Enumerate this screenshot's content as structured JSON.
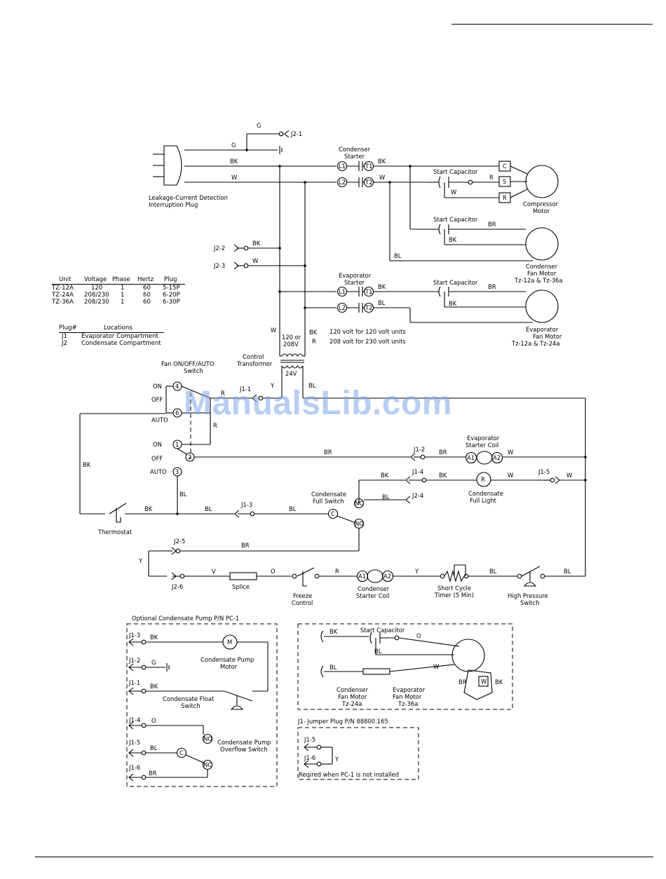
{
  "watermark": "ManualsLib.com",
  "plug": {
    "label_l1": "Leakage-Current Detection",
    "label_l2": "Interruption Plug",
    "wires": [
      "G",
      "BK",
      "W"
    ],
    "ground_top": "G",
    "j2_1": "J2-1"
  },
  "condenser_starter": {
    "title_l1": "Condenser",
    "title_l2": "Starter",
    "terms": [
      "L1",
      "T1",
      "L2",
      "T2"
    ]
  },
  "evaporator_starter": {
    "title_l1": "Evaporator",
    "title_l2": "Starter",
    "terms": [
      "L1",
      "T1",
      "L2",
      "T2"
    ]
  },
  "start_capacitor": "Start Capacitor",
  "compressor": {
    "terms": [
      "C",
      "S",
      "R"
    ],
    "label_l1": "Compressor",
    "label_l2": "Motor"
  },
  "condenser_fan": {
    "label_l1": "Condenser",
    "label_l2": "Fan Motor",
    "label_l3": "Tz-12a & Tz-36a"
  },
  "evaporator_fan": {
    "label_l1": "Evaporator",
    "label_l2": "Fan Motor",
    "label_l3": "Tz-12a & Tz-24a"
  },
  "wire_codes": {
    "bk": "BK",
    "w": "W",
    "r": "R",
    "br": "BR",
    "bl": "BL",
    "y": "Y",
    "v": "V",
    "o": "O",
    "g": "G"
  },
  "j2_2": "J2-2",
  "j2_3": "J2-3",
  "unit_table": {
    "headers": [
      "Unit",
      "Voltage",
      "Phase",
      "Hertz",
      "Plug"
    ],
    "rows": [
      [
        "TZ-12A",
        "120",
        "1",
        "60",
        "5-15P"
      ],
      [
        "TZ-24A",
        "208/230",
        "1",
        "60",
        "6-20P"
      ],
      [
        "TZ-36A",
        "208/230",
        "1",
        "60",
        "6-30P"
      ]
    ]
  },
  "plug_table": {
    "headers": [
      "Plug#",
      "Locations"
    ],
    "rows": [
      [
        "J1",
        "Evaporator Compartment"
      ],
      [
        "J2",
        "Condensate Compartment"
      ]
    ]
  },
  "transformer": {
    "volt_l1": "120 or",
    "volt_l2": "208V",
    "secondary": "24V",
    "label_l1": "Control",
    "label_l2": "Transformer",
    "note_1": "120 volt for 120 volt units",
    "note_2": "208 volt for 230 volt units"
  },
  "fan_switch": {
    "title_l1": "Fan ON/OFF/AUTO",
    "title_l2": "Switch",
    "positions": [
      "ON",
      "OFF",
      "AUTO"
    ],
    "terms": [
      "4",
      "6",
      "1",
      "2",
      "3"
    ]
  },
  "j1_1": "J1-1",
  "j1_2": "J1-2",
  "j1_3": "J1-3",
  "j1_4": "J1-4",
  "j1_5": "J1-5",
  "j2_4": "J2-4",
  "j2_5": "J2-5",
  "j2_6": "J2-6",
  "evap_starter_coil": {
    "label_l1": "Evaporator",
    "label_l2": "Starter Coil",
    "terms": [
      "A1",
      "A2"
    ]
  },
  "condensate_full_light": {
    "label_l1": "Condensate",
    "label_l2": "Full Light",
    "term": "R"
  },
  "condensate_full_switch": {
    "label_l1": "Condensate",
    "label_l2": "Full Switch",
    "terms": [
      "NC",
      "C",
      "NO"
    ]
  },
  "thermostat": "Thermostat",
  "splice": "Splice",
  "freeze_control": {
    "label_l1": "Freeze",
    "label_l2": "Control"
  },
  "condenser_starter_coil": {
    "label_l1": "Condenser",
    "label_l2": "Starter Coil",
    "terms": [
      "A1",
      "A2"
    ]
  },
  "short_cycle_timer": {
    "label_l1": "Short Cycle",
    "label_l2": "Timer (5 Min)"
  },
  "high_pressure_switch": {
    "label_l1": "High Pressure",
    "label_l2": "Switch"
  },
  "pump_box": {
    "title": "Optional Condensate Pump P/N PC-1",
    "plugs": [
      "J1-3",
      "J1-2",
      "J1-1",
      "J1-4",
      "J1-5",
      "J1-6"
    ],
    "motor_term": "M",
    "pump_motor_l1": "Condensate Pump",
    "pump_motor_l2": "Motor",
    "float_l1": "Condensate Float",
    "float_l2": "Switch",
    "overflow_l1": "Condensate Pump",
    "overflow_l2": "Overflow Switch",
    "terms": [
      "NO",
      "C",
      "NC"
    ]
  },
  "fan_box": {
    "cond_l1": "Condenser",
    "cond_l2": "Fan Motor",
    "cond_l3": "Tz-24a",
    "evap_l1": "Evaporator",
    "evap_l2": "Fan Motor",
    "evap_l3": "Tz-36a"
  },
  "jumper_box": {
    "title": "J1-  Jumper Plug P/N 88800.165",
    "plugs": [
      "J1-5",
      "J1-6"
    ],
    "note": "Reqired when PC-1 is not installed"
  }
}
